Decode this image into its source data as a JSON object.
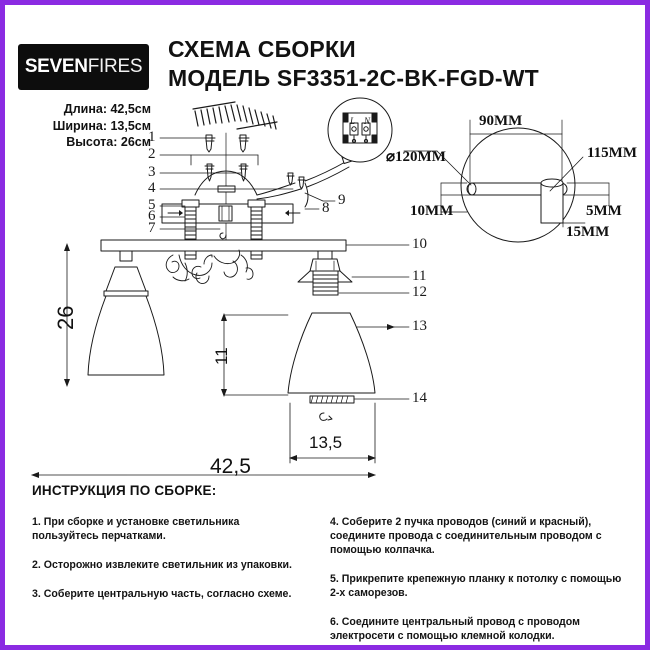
{
  "brand": {
    "logo_bold": "SEVEN",
    "logo_light": "FIRES"
  },
  "specs": {
    "length": "Длина: 42,5см",
    "width": "Ширина: 13,5см",
    "height": "Высота: 26см"
  },
  "title": {
    "line1": "СХЕМА СБОРКИ",
    "line2": "МОДЕЛЬ SF3351-2C-BK-FGD-WT"
  },
  "colors": {
    "border": "#8b2be2",
    "logo_bg": "#0d0d0d",
    "ink": "#1a1a1a"
  },
  "callouts": {
    "c1": "1",
    "c2": "2",
    "c3": "3",
    "c4": "4",
    "c5": "5",
    "c6": "6",
    "c7": "7",
    "c8": "8",
    "c9": "9",
    "c10": "10",
    "c11": "11",
    "c12": "12",
    "c13": "13",
    "c14": "14"
  },
  "terminal": {
    "live": "L",
    "neutral": "N"
  },
  "dimensions": {
    "height_cm": "26",
    "shade_cm": "11",
    "length_cm": "42,5",
    "width_cm": "13,5",
    "diameter": "⌀120MM",
    "plate_width": "90MM",
    "plate_115": "115MM",
    "plate_10": "10MM",
    "plate_5": "5MM",
    "plate_15": "15MM"
  },
  "instructions": {
    "heading": "ИНСТРУКЦИЯ ПО СБОРКЕ:",
    "left": [
      "1. При сборке и установке светильника пользуйтесь перчатками.",
      "2. Осторожно извлеките светильник из упаковки.",
      "3. Соберите центральную часть, согласно схеме."
    ],
    "right": [
      "4. Соберите 2 пучка проводов (синий и красный), соедините провода с соединительным проводом с помощью колпачка.",
      "5. Прикрепите крепежную планку к потолку с помощью 2-х саморезов.",
      "6. Соедините центральный провод с проводом электросети с помощью клемной колодки."
    ]
  }
}
